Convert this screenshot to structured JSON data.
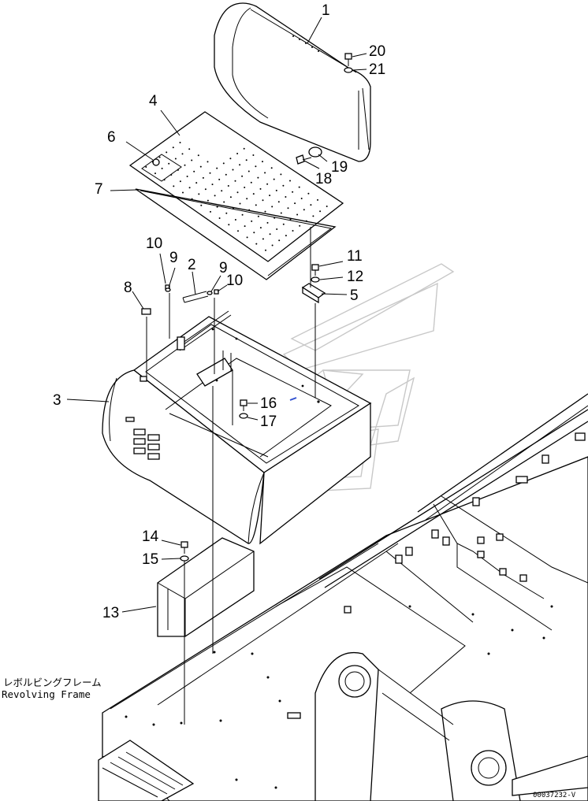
{
  "callouts": [
    {
      "id": "c1",
      "text": "1"
    },
    {
      "id": "c2",
      "text": "2"
    },
    {
      "id": "c3",
      "text": "3"
    },
    {
      "id": "c4",
      "text": "4"
    },
    {
      "id": "c5",
      "text": "5"
    },
    {
      "id": "c6",
      "text": "6"
    },
    {
      "id": "c7",
      "text": "7"
    },
    {
      "id": "c8",
      "text": "8"
    },
    {
      "id": "c9a",
      "text": "9"
    },
    {
      "id": "c9b",
      "text": "9"
    },
    {
      "id": "c10a",
      "text": "10"
    },
    {
      "id": "c10b",
      "text": "10"
    },
    {
      "id": "c11",
      "text": "11"
    },
    {
      "id": "c12",
      "text": "12"
    },
    {
      "id": "c13",
      "text": "13"
    },
    {
      "id": "c14",
      "text": "14"
    },
    {
      "id": "c15",
      "text": "15"
    },
    {
      "id": "c16",
      "text": "16"
    },
    {
      "id": "c17",
      "text": "17"
    },
    {
      "id": "c18",
      "text": "18"
    },
    {
      "id": "c19",
      "text": "19"
    },
    {
      "id": "c20",
      "text": "20"
    },
    {
      "id": "c21",
      "text": "21"
    }
  ],
  "frame_label": {
    "japanese": "レボルビングフレーム",
    "english": "Revolving Frame"
  },
  "drawing_code": "00037232-V",
  "colors": {
    "line": "#000000",
    "watermark": "#c8c8c8",
    "accent_mark": "#3050d0"
  }
}
